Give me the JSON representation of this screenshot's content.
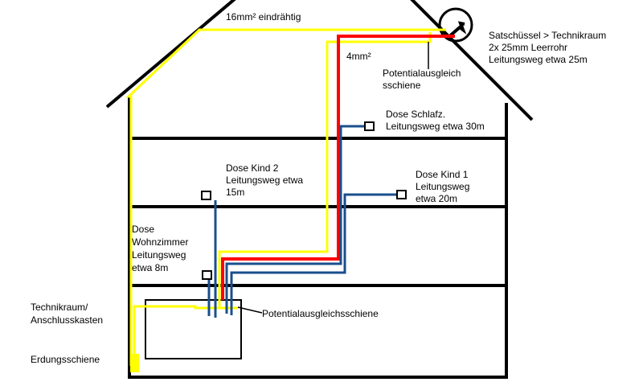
{
  "colors": {
    "ground_wire": "#ffff00",
    "red_wire": "#ff0000",
    "coax": "#1a4f8c",
    "structure": "#000000"
  },
  "labels": {
    "wire_16mm": "16mm² eindrähtig",
    "wire_4mm": "4mm²",
    "pa_roof_1": "Potentialausgleich",
    "pa_roof_2": "sschiene",
    "sat_1": "Satschüssel > Technikraum",
    "sat_2": "2x 25mm Leerrohr",
    "sat_3": "Leitungsweg etwa 25m",
    "schlafz_1": "Dose Schlafz.",
    "schlafz_2": "Leitungsweg etwa 30m",
    "kind2_1": "Dose Kind 2",
    "kind2_2": "Leitungsweg etwa",
    "kind2_3": "15m",
    "kind1_1": "Dose Kind 1",
    "kind1_2": "Leitungsweg",
    "kind1_3": "etwa 20m",
    "wohn_1": "Dose",
    "wohn_2": "Wohnzimmer",
    "wohn_3": "Leitungsweg",
    "wohn_4": "etwa 8m",
    "technik_1": "Technikraum/",
    "technik_2": "Anschlusskasten",
    "pa_basement": "Potentialausgleichsschiene",
    "erdung": "Erdungsschiene"
  }
}
